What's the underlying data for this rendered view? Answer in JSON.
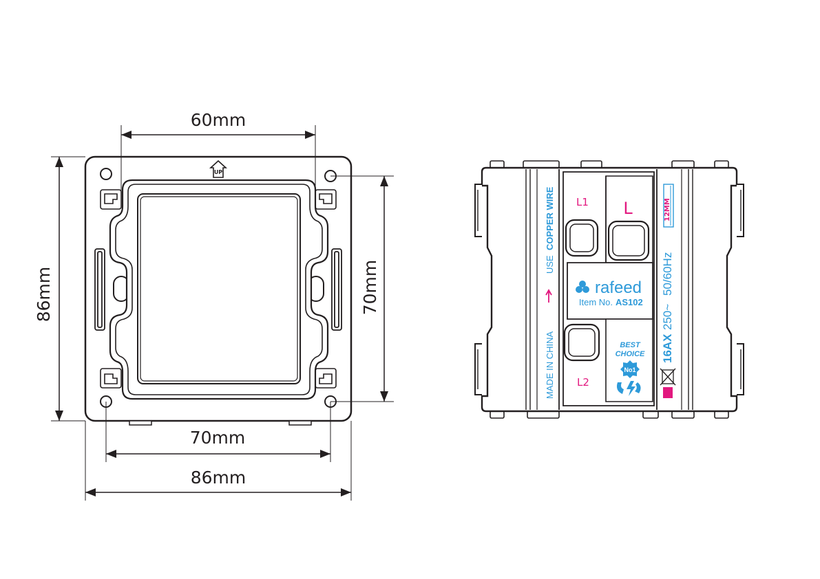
{
  "dimensions": {
    "top_width": "60mm",
    "left_height": "86mm",
    "right_height": "70mm",
    "bottom_inner": "70mm",
    "bottom_outer": "86mm"
  },
  "module": {
    "side_text_use": "USE",
    "side_text_wire": "COPPER WIRE",
    "side_text_made": "MADE IN CHINA",
    "terminal_l1": "L1",
    "terminal_l": "L",
    "terminal_l2": "L2",
    "brand": "rafeed",
    "item_prefix": "Item No.",
    "item_no": "AS102",
    "frequency": "50/60Hz",
    "rating_current": "16AX",
    "rating_voltage": "250~",
    "strip_length": "12MM",
    "badge_line1": "BEST",
    "badge_line2": "CHOICE",
    "badge_no": "No1"
  },
  "colors": {
    "outline": "#231f20",
    "blue_text": "#2e9ad9",
    "pink_text": "#e2187f"
  }
}
